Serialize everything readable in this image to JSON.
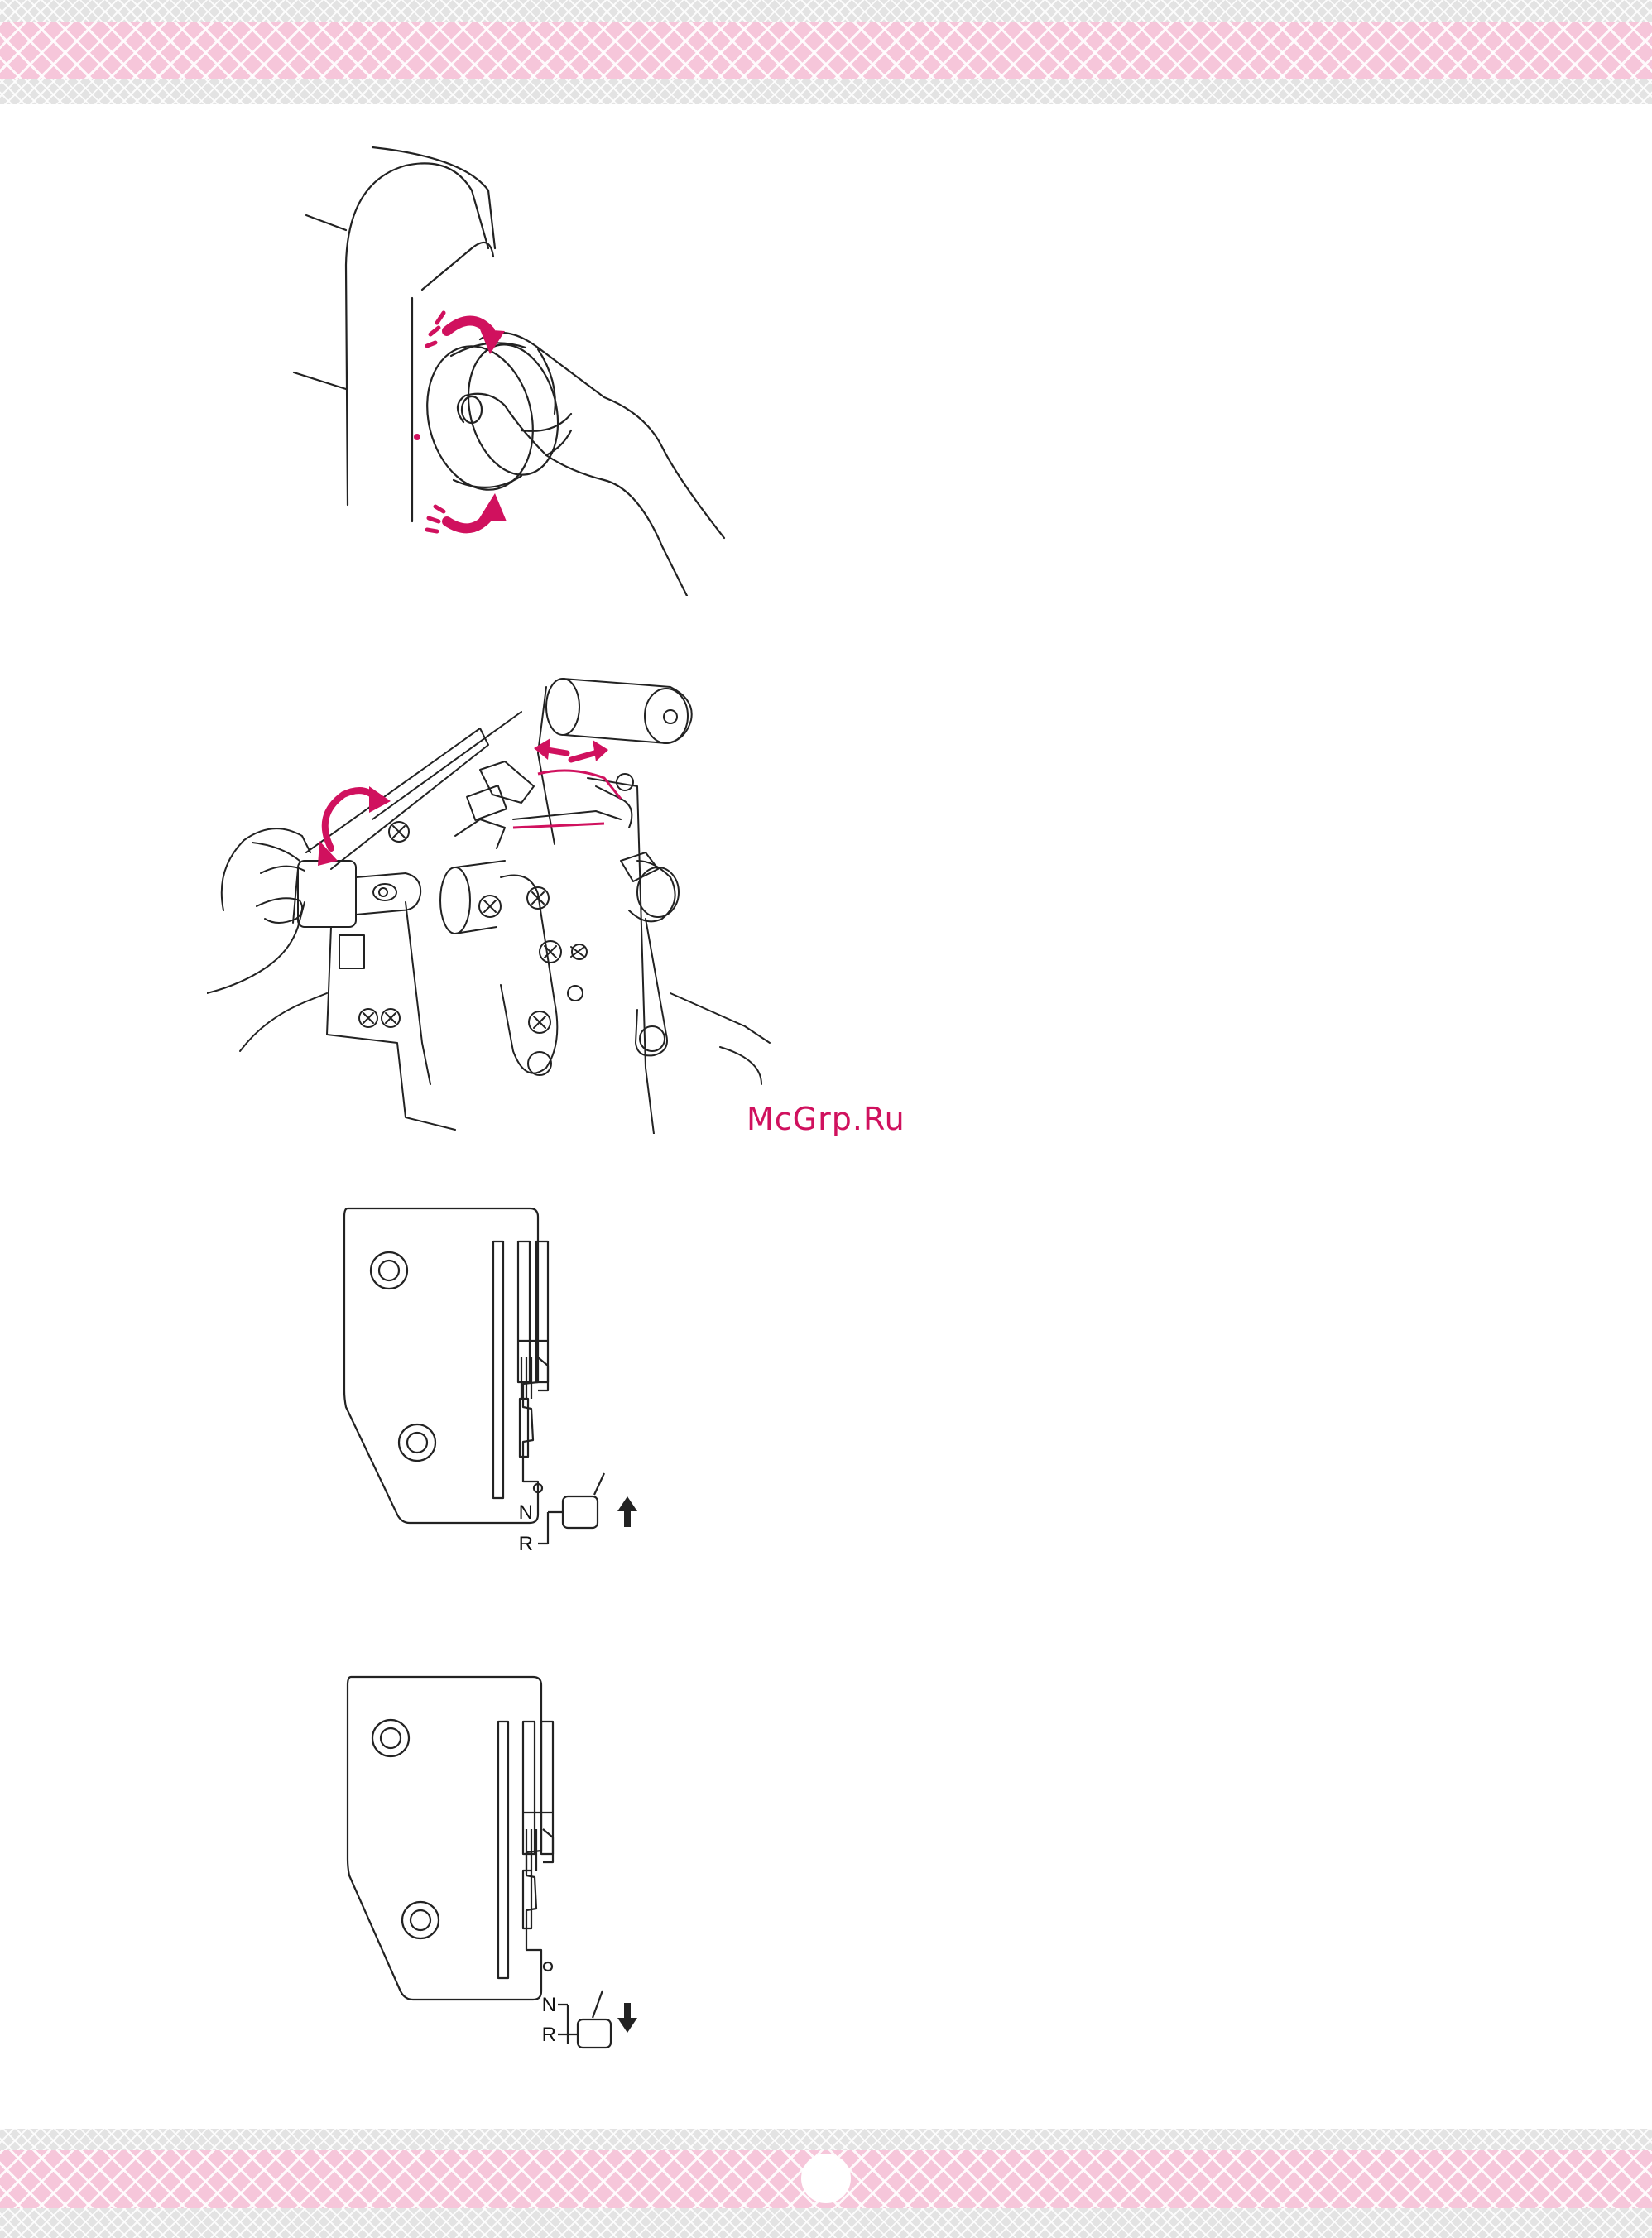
{
  "colors": {
    "accent": "#d0115e",
    "line": "#222222",
    "band_pink": "#f6c6da",
    "band_gray": "#e3e3e3"
  },
  "watermark": "McGrp.Ru",
  "figures": {
    "handwheel": {
      "rotation_arrows": [
        "rotate-clockwise-arrow-icon",
        "rotate-counterclockwise-arrow-icon"
      ]
    },
    "mechanism": {
      "arrows": [
        "rotate-dial-arrow-icon",
        "left-right-arrow-icon"
      ]
    },
    "plate_normal": {
      "label_n": "N",
      "label_r": "R",
      "arrow": "arrow-up-icon"
    },
    "plate_rolled": {
      "label_n": "N",
      "label_r": "R",
      "arrow": "arrow-down-icon"
    }
  }
}
